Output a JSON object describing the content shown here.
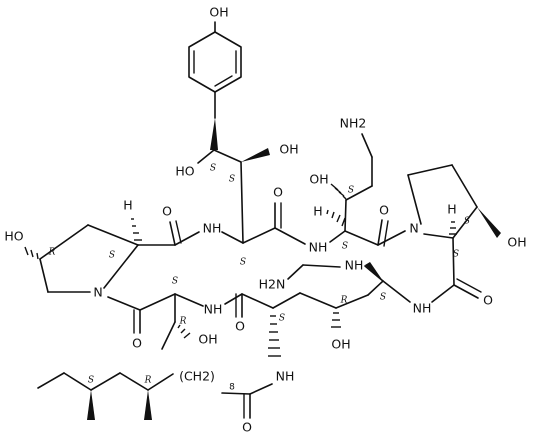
{
  "structure": {
    "atoms": {
      "oh": "OH",
      "ho": "HO",
      "o": "O",
      "n": "N",
      "nh": "NH",
      "h": "H",
      "nh2": "NH2",
      "h2n": "H2N",
      "ch2": "(CH2)",
      "ch2_count": "8",
      "c": "C"
    },
    "stereo": {
      "s": "S",
      "r": "R"
    }
  }
}
